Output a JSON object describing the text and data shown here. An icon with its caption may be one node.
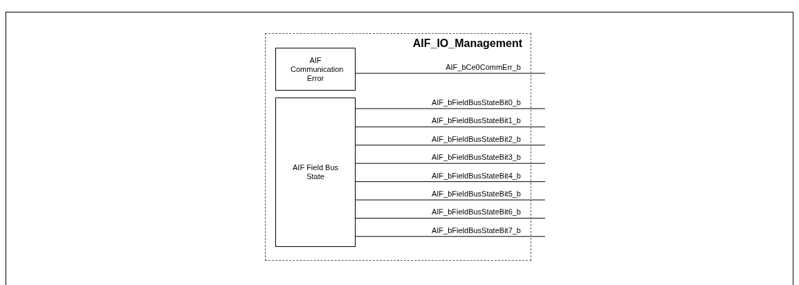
{
  "diagram": {
    "nodes": [
      {
        "text": [
          "AIF_IO_Management"
        ]
      },
      {
        "text": [
          "AIF Communication Error"
        ],
        "in": 0
      },
      {
        "text": [
          "AIF Field Bus State"
        ],
        "in": 0
      }
    ],
    "edges": [
      {
        "from": 1,
        "to": null,
        "arrow": "none",
        "label": "AIF_bCe0CommErr_b"
      },
      {
        "from": 2,
        "to": null,
        "arrow": "none",
        "label": "AIF_bFieldBusStateBit0_b"
      },
      {
        "from": 2,
        "to": null,
        "arrow": "none",
        "label": "AIF_bFieldBusStateBit1_b"
      },
      {
        "from": 2,
        "to": null,
        "arrow": "none",
        "label": "AIF_bFieldBusStateBit2_b"
      },
      {
        "from": 2,
        "to": null,
        "arrow": "none",
        "label": "AIF_bFieldBusStateBit3_b"
      },
      {
        "from": 2,
        "to": null,
        "arrow": "none",
        "label": "AIF_bFieldBusStateBit4_b"
      },
      {
        "from": 2,
        "to": null,
        "arrow": "none",
        "label": "AIF_bFieldBusStateBit5_b"
      },
      {
        "from": 2,
        "to": null,
        "arrow": "none",
        "label": "AIF_bFieldBusStateBit6_b"
      },
      {
        "from": 2,
        "to": null,
        "arrow": "none",
        "label": "AIF_bFieldBusStateBit7_b"
      }
    ]
  }
}
